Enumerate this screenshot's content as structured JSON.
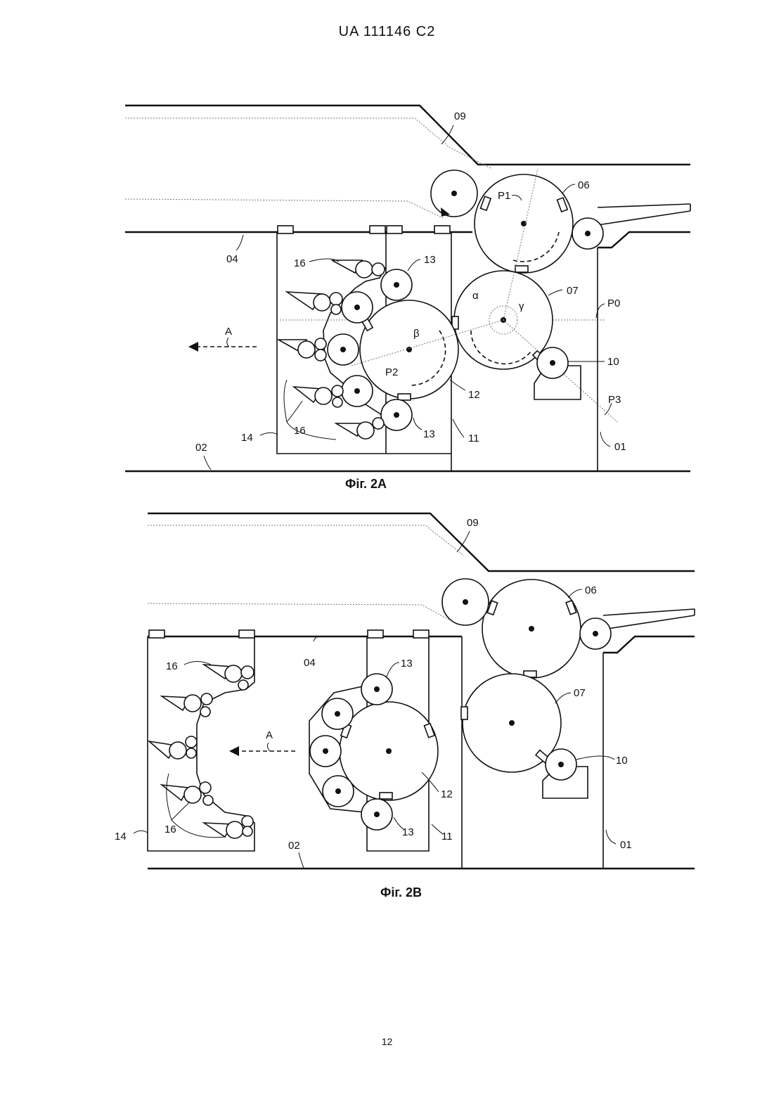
{
  "header": "UA   111146   C2",
  "page_number": "12",
  "figure_a": {
    "caption": "Фіг. 2А",
    "labels": {
      "l09": "09",
      "l06": "06",
      "lP1": "P1",
      "l04": "04",
      "l16a": "16",
      "l13a": "13",
      "l07": "07",
      "lalpha": "α",
      "lgamma": "γ",
      "lP0": "P0",
      "lA": "A",
      "lbeta": "β",
      "lP2": "P2",
      "l10": "10",
      "l12": "12",
      "lP3": "P3",
      "l14": "14",
      "l16b": "16",
      "l13b": "13",
      "l11": "11",
      "l02": "02",
      "l01": "01"
    }
  },
  "figure_b": {
    "caption": "Фіг. 2В",
    "labels": {
      "l09": "09",
      "l06": "06",
      "l04": "04",
      "l13a": "13",
      "l16a": "16",
      "l07": "07",
      "lA": "A",
      "l10": "10",
      "l12": "12",
      "l14": "14",
      "l16b": "16",
      "l13b": "13",
      "l11": "11",
      "l02": "02",
      "l01": "01"
    }
  }
}
